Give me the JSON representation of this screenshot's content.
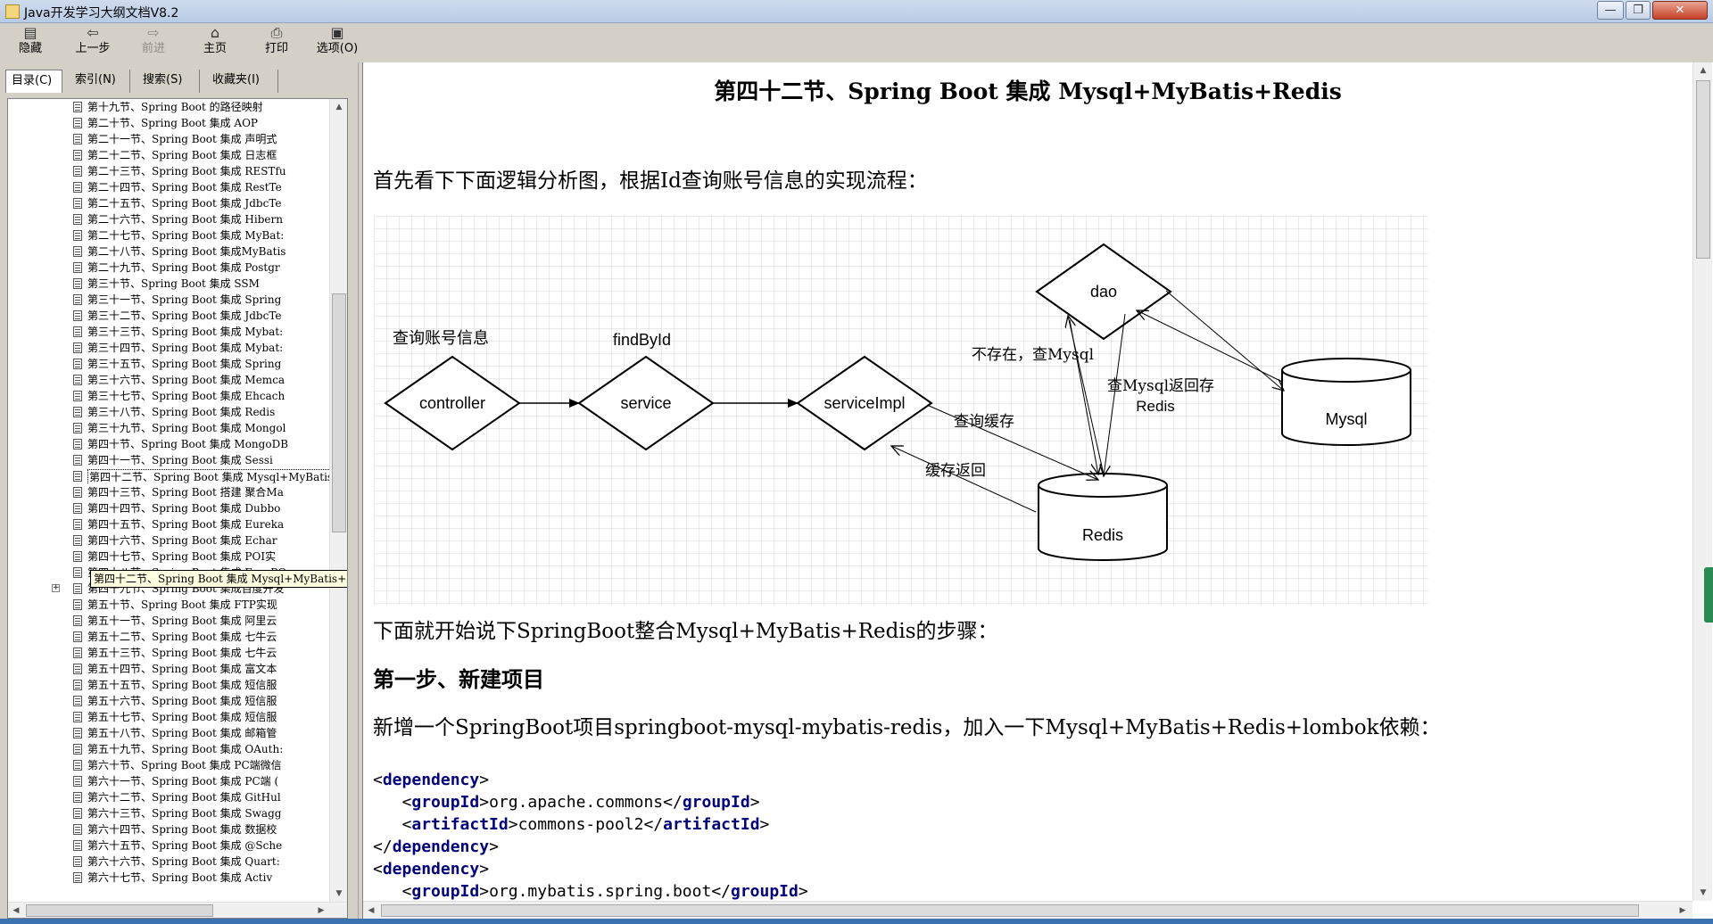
{
  "window": {
    "title": "Java开发学习大纲文档V8.2"
  },
  "toolbar": {
    "buttons": [
      {
        "label": "隐藏",
        "icon": "hide-icon",
        "glyph": "▤",
        "enabled": true
      },
      {
        "label": "上一步",
        "icon": "back-arrow-icon",
        "glyph": "⇦",
        "enabled": true
      },
      {
        "label": "前进",
        "icon": "forward-arrow-icon",
        "glyph": "⇨",
        "enabled": false
      },
      {
        "label": "主页",
        "icon": "home-icon",
        "glyph": "⌂",
        "enabled": true
      },
      {
        "label": "打印",
        "icon": "print-icon",
        "glyph": "⎙",
        "enabled": true
      },
      {
        "label": "选项(O)",
        "icon": "options-icon",
        "glyph": "▣",
        "enabled": true
      }
    ]
  },
  "nav_tabs": [
    {
      "label": "目录(C)",
      "active": true
    },
    {
      "label": "索引(N)",
      "active": false
    },
    {
      "label": "搜索(S)",
      "active": false
    },
    {
      "label": "收藏夹(I)",
      "active": false
    }
  ],
  "tree": {
    "items": [
      "第十九节、Spring Boot 的路径映射",
      "第二十节、Spring Boot 集成 AOP",
      "第二十一节、Spring Boot 集成 声明式",
      "第二十二节、Spring Boot 集成 日志框",
      "第二十三节、Spring Boot 集成 RESTfu",
      "第二十四节、Spring Boot 集成 RestTe",
      "第二十五节、Spring Boot 集成 JdbcTe",
      "第二十六节、Spring Boot 集成 Hibern",
      "第二十七节、Spring Boot 集成 MyBat:",
      "第二十八节、Spring Boot 集成MyBatis",
      "第二十九节、Spring Boot 集成 Postgr",
      "第三十节、Spring Boot 集成 SSM",
      "第三十一节、Spring Boot 集成 Spring",
      "第三十二节、Spring Boot 集成 JdbcTe",
      "第三十三节、Spring Boot 集成 Mybat:",
      "第三十四节、Spring Boot 集成 Mybat:",
      "第三十五节、Spring Boot 集成 Spring",
      "第三十六节、Spring Boot 集成 Memca",
      "第三十七节、Spring Boot 集成 Ehcach",
      "第三十八节、Spring Boot 集成 Redis",
      "第三十九节、Spring Boot 集成 Mongol",
      "第四十节、Spring Boot 集成 MongoDB",
      "第四十一节、Spring Boot 集成 Sessi",
      "第四十二节、Spring Boot 集成 Mysql+MyBatis+Redis",
      "第四十三节、Spring Boot 搭建 聚合Ma",
      "第四十四节、Spring Boot 集成 Dubbo",
      "第四十五节、Spring Boot 集成 Eureka",
      "第四十六节、Spring Boot 集成 Echar",
      "第四十七节、Spring Boot 集成 POI实",
      "第四十八节、Spring Boot 集成 EasyPO",
      "第四十九节、Spring Boot 集成百度开发",
      "第五十节、Spring Boot 集成 FTP实现",
      "第五十一节、Spring Boot 集成 阿里云",
      "第五十二节、Spring Boot 集成 七牛云",
      "第五十三节、Spring Boot 集成 七牛云",
      "第五十四节、Spring Boot 集成 富文本",
      "第五十五节、Spring Boot 集成 短信服",
      "第五十六节、Spring Boot 集成 短信服",
      "第五十七节、Spring Boot 集成 短信服",
      "第五十八节、Spring Boot 集成 邮箱管",
      "第五十九节、Spring Boot 集成 OAuth:",
      "第六十节、Spring Boot 集成 PC端微信",
      "第六十一节、Spring Boot 集成 PC端 (",
      "第六十二节、Spring Boot 集成 GitHul",
      "第六十三节、Spring Boot 集成 Swagg",
      "第六十四节、Spring Boot 集成 数据校",
      "第六十五节、Spring Boot 集成 @Sche",
      "第六十六节、Spring Boot 集成 Quart:",
      "第六十七节、Spring Boot 集成 Activ"
    ],
    "selected_index": 23,
    "expandable_index": 30,
    "tooltip": "第四十二节、Spring Boot 集成 Mysql+MyBatis+Redis"
  },
  "document": {
    "title": "第四十二节、Spring Boot 集成 Mysql+MyBatis+Redis",
    "intro": "首先看下下面逻辑分析图，根据Id查询账号信息的实现流程：",
    "diagram": {
      "nodes": {
        "controller": "controller",
        "service": "service",
        "serviceImpl": "serviceImpl",
        "dao": "dao",
        "mysql": "Mysql",
        "redis": "Redis"
      },
      "labels": {
        "query_account": "查询账号信息",
        "find_by_id": "findById",
        "not_exist": "不存在，查Mysql",
        "mysql_return_line1": "查Mysql返回存",
        "mysql_return_line2": "Redis",
        "query_cache": "查询缓存",
        "cache_return": "缓存返回"
      }
    },
    "steps_intro": "下面就开始说下SpringBoot整合Mysql+MyBatis+Redis的步骤：",
    "step1_title": "第一步、新建项目",
    "step1_desc": "新增一个SpringBoot项目springboot-mysql-mybatis-redis，加入一下Mysql+MyBatis+Redis+lombok依赖：",
    "code": {
      "dep_tag": "dependency",
      "group_tag": "groupId",
      "artifact_tag": "artifactId",
      "group1": "org.apache.commons",
      "artifact1": "commons-pool2",
      "group2": "org.mybatis.spring.boot"
    }
  }
}
